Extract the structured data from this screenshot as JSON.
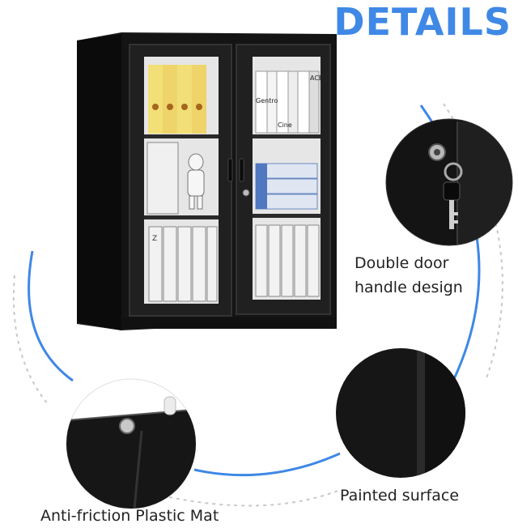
{
  "header": {
    "title": "DETAILS"
  },
  "callouts": {
    "door_handle": {
      "line1": "Double door",
      "line2": "handle design"
    },
    "painted": {
      "label": "Painted surface"
    },
    "mat": {
      "label": "Anti-friction Plastic Mat"
    }
  },
  "colors": {
    "accent": "#3f88e6",
    "cabinet": "#141414",
    "arc_dashed": "#c8c8c8"
  },
  "shelf_labels": {
    "binder_letter": "Z",
    "top_right_books": [
      "Cine",
      "Gentro",
      "ACE"
    ]
  }
}
